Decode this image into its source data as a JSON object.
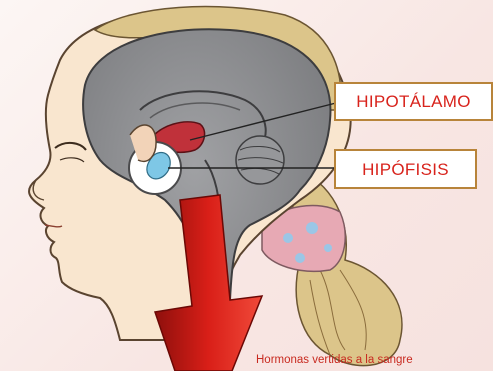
{
  "labels": {
    "hypothalamus": "HIPOTÁLAMO",
    "pituitary": "HIPÓFISIS"
  },
  "caption": "Hormonas vertidas a la sangre",
  "colors": {
    "background": "#fcf6f4",
    "brain": "#8a8b8d",
    "skin": "#f9e6cf",
    "hair": "#dcc58a",
    "hypothalamus": "#c0313a",
    "pituitary": "#7ec7e6",
    "arrow": "#d51d18",
    "label_text": "#d8231c",
    "label_border": "#b8843a"
  }
}
